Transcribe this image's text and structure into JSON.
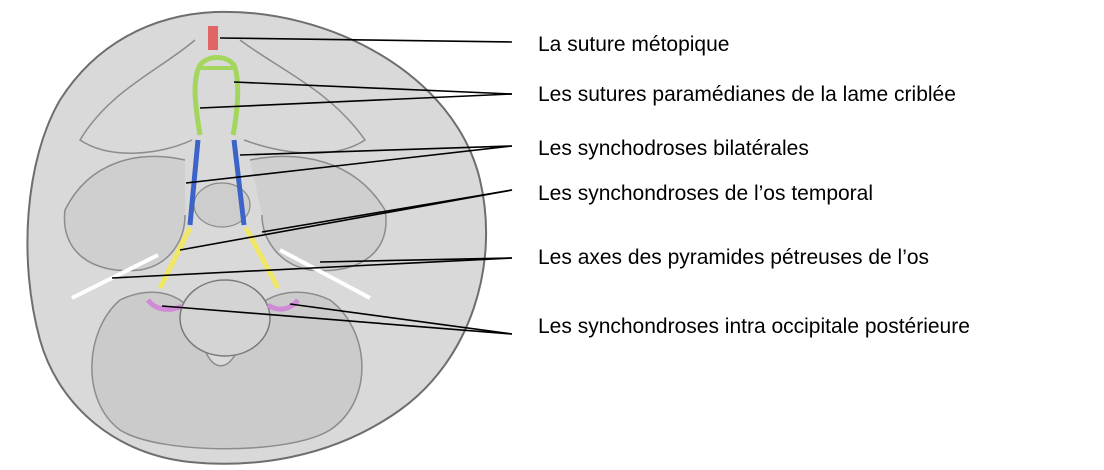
{
  "diagram": {
    "colors": {
      "metopic": "#e06666",
      "cribriform": "#a4d65e",
      "bilateral": "#3c63c7",
      "temporal": "#f0e864",
      "petrous_axis": "#ffffff",
      "occipital": "#d08ad6",
      "skull_fill": "#d9d9d9",
      "skull_outline": "#6e6e6e"
    },
    "labels": [
      {
        "id": "metopic",
        "text": "La suture métopique"
      },
      {
        "id": "cribriform",
        "text": "Les sutures paramédianes de la lame criblée"
      },
      {
        "id": "bilateral",
        "text": "Les synchodroses bilatérales"
      },
      {
        "id": "temporal",
        "text": "Les synchondroses de l’os temporal"
      },
      {
        "id": "petrous",
        "text": "Les axes des pyramides pétreuses de l’os"
      },
      {
        "id": "occipital",
        "text": "Les synchondroses intra occipitale postérieure"
      }
    ]
  }
}
